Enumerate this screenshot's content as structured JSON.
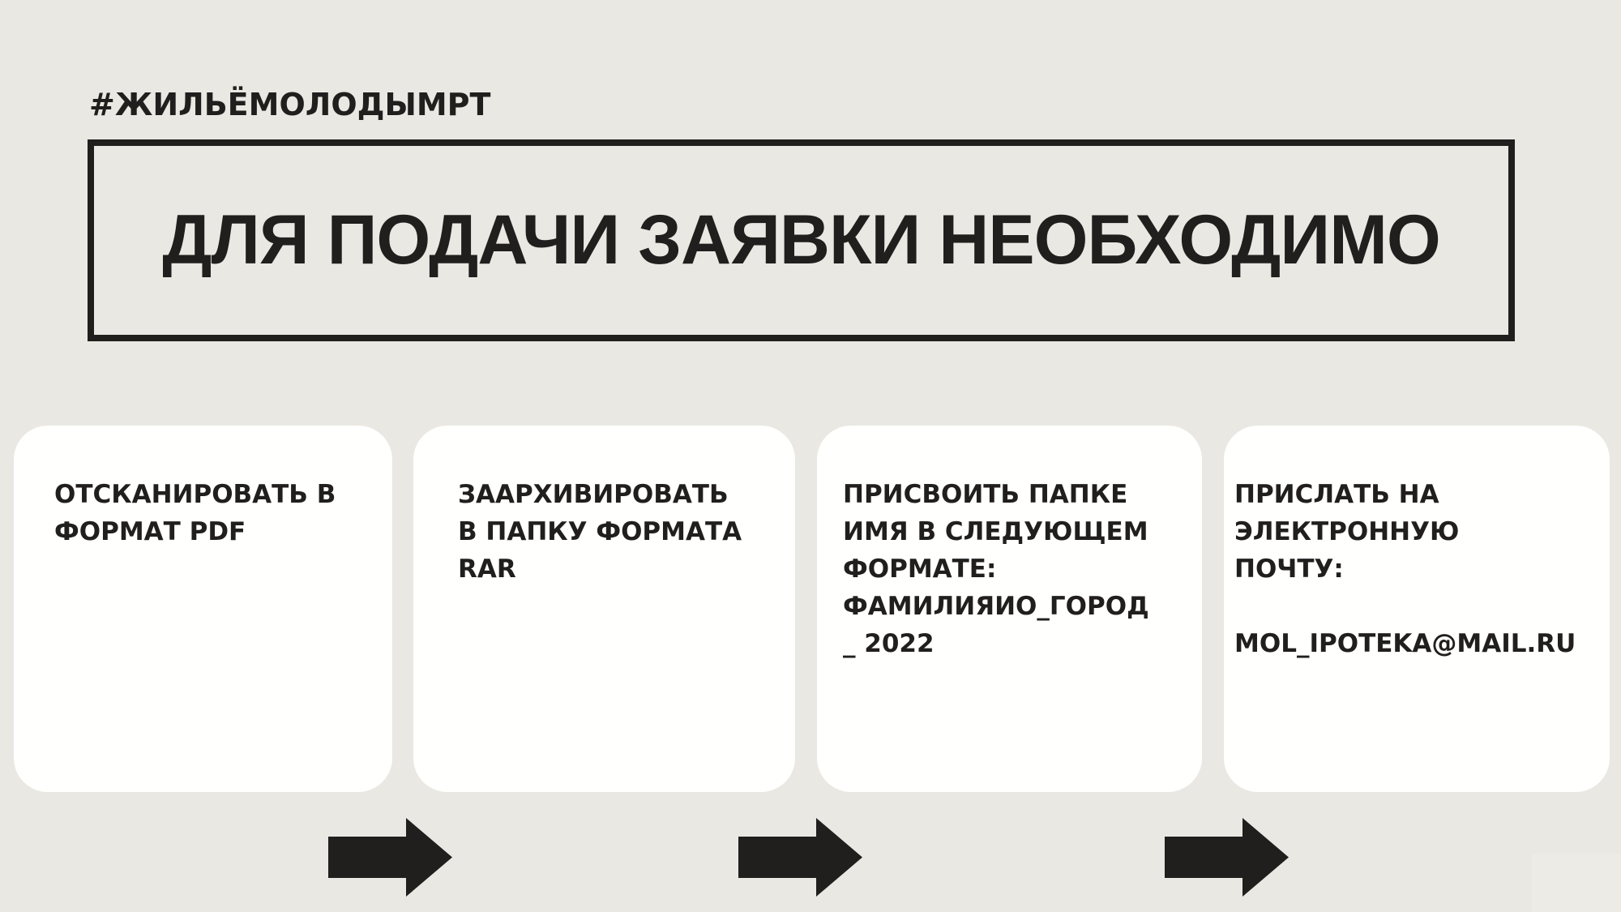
{
  "colors": {
    "bg": "#eae8e2",
    "card": "#fffffe",
    "ink": "#211e1e",
    "watermark": "#edebe5"
  },
  "header": {
    "hashtag": "#ЖИЛЬЁМОЛОДЫМРТ",
    "title": "ДЛЯ ПОДАЧИ ЗАЯВКИ НЕОБХОДИМО"
  },
  "steps": [
    {
      "lines": [
        "ОТСКАНИРОВАТЬ В",
        "ФОРМАТ PDF"
      ]
    },
    {
      "lines": [
        "ЗААРХИВИРОВАТЬ",
        "В ПАПКУ ФОРМАТА",
        "RAR"
      ]
    },
    {
      "lines": [
        "ПРИСВОИТЬ ПАПКЕ",
        "ИМЯ В СЛЕДУЮЩЕМ",
        "ФОРМАТЕ:",
        "ФАМИЛИЯИО_ГОРОД",
        "_ 2022"
      ]
    },
    {
      "lines": [
        "ПРИСЛАТЬ НА",
        "ЭЛЕКТРОННУЮ",
        "ПОЧТУ:"
      ],
      "email": "MOL_IPOTEKA@MAIL.RU"
    }
  ],
  "icons": {
    "arrow": "arrow-right"
  }
}
